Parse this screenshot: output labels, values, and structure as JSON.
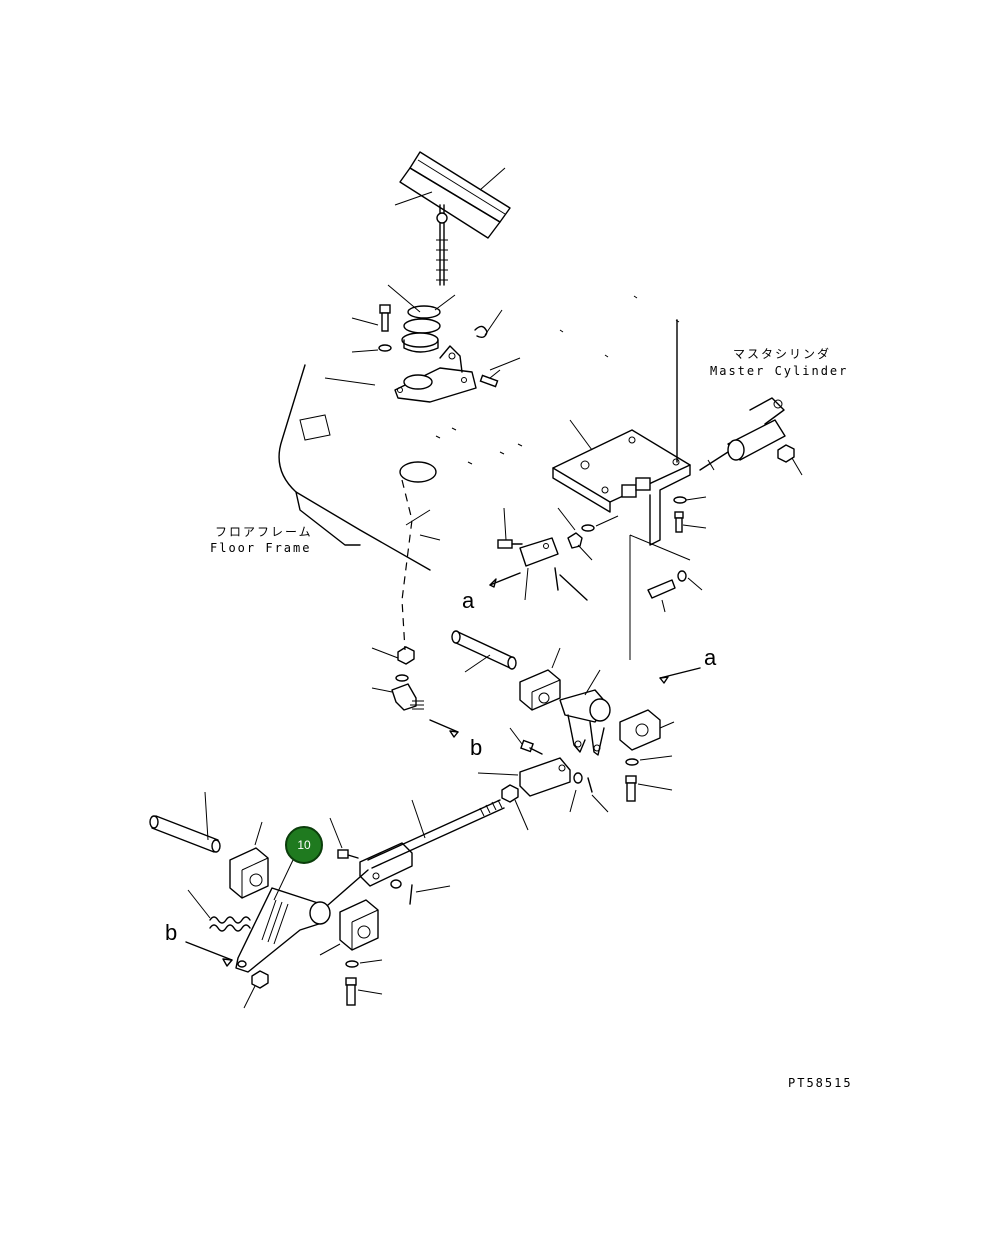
{
  "labels": {
    "master_cylinder_jp": "マスタシリンダ",
    "master_cylinder_en": "Master Cylinder",
    "floor_frame_jp": "フロアフレーム",
    "floor_frame_en": "Floor Frame",
    "drawing_number": "PT58515"
  },
  "references": {
    "a_top": "a",
    "a_right": "a",
    "b_mid": "b",
    "b_left": "b"
  },
  "callout": {
    "part_number": "10",
    "color": "#1f7a1f"
  }
}
